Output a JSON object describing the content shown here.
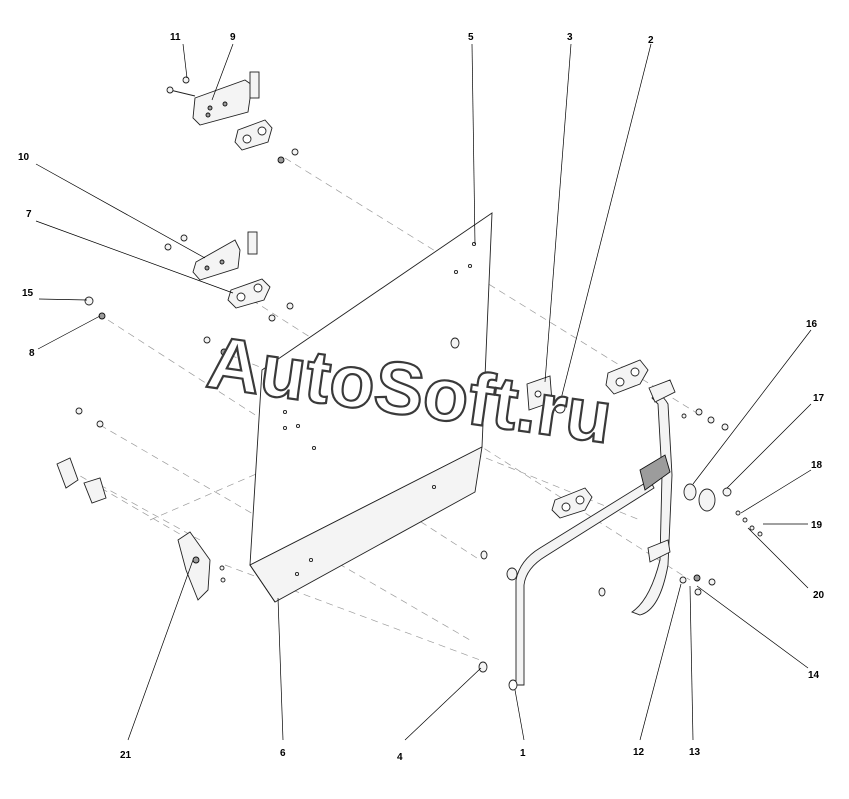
{
  "watermark": "AutoSoft.ru",
  "callouts": {
    "c1": "1",
    "c2": "2",
    "c3": "3",
    "c4": "4",
    "c5": "5",
    "c6": "6",
    "c7": "7",
    "c8": "8",
    "c9": "9",
    "c10": "10",
    "c11": "11",
    "c12": "12",
    "c13": "13",
    "c14": "14",
    "c15": "15",
    "c16": "16",
    "c17": "17",
    "c18": "18",
    "c19": "19",
    "c20": "20",
    "c21": "21"
  }
}
